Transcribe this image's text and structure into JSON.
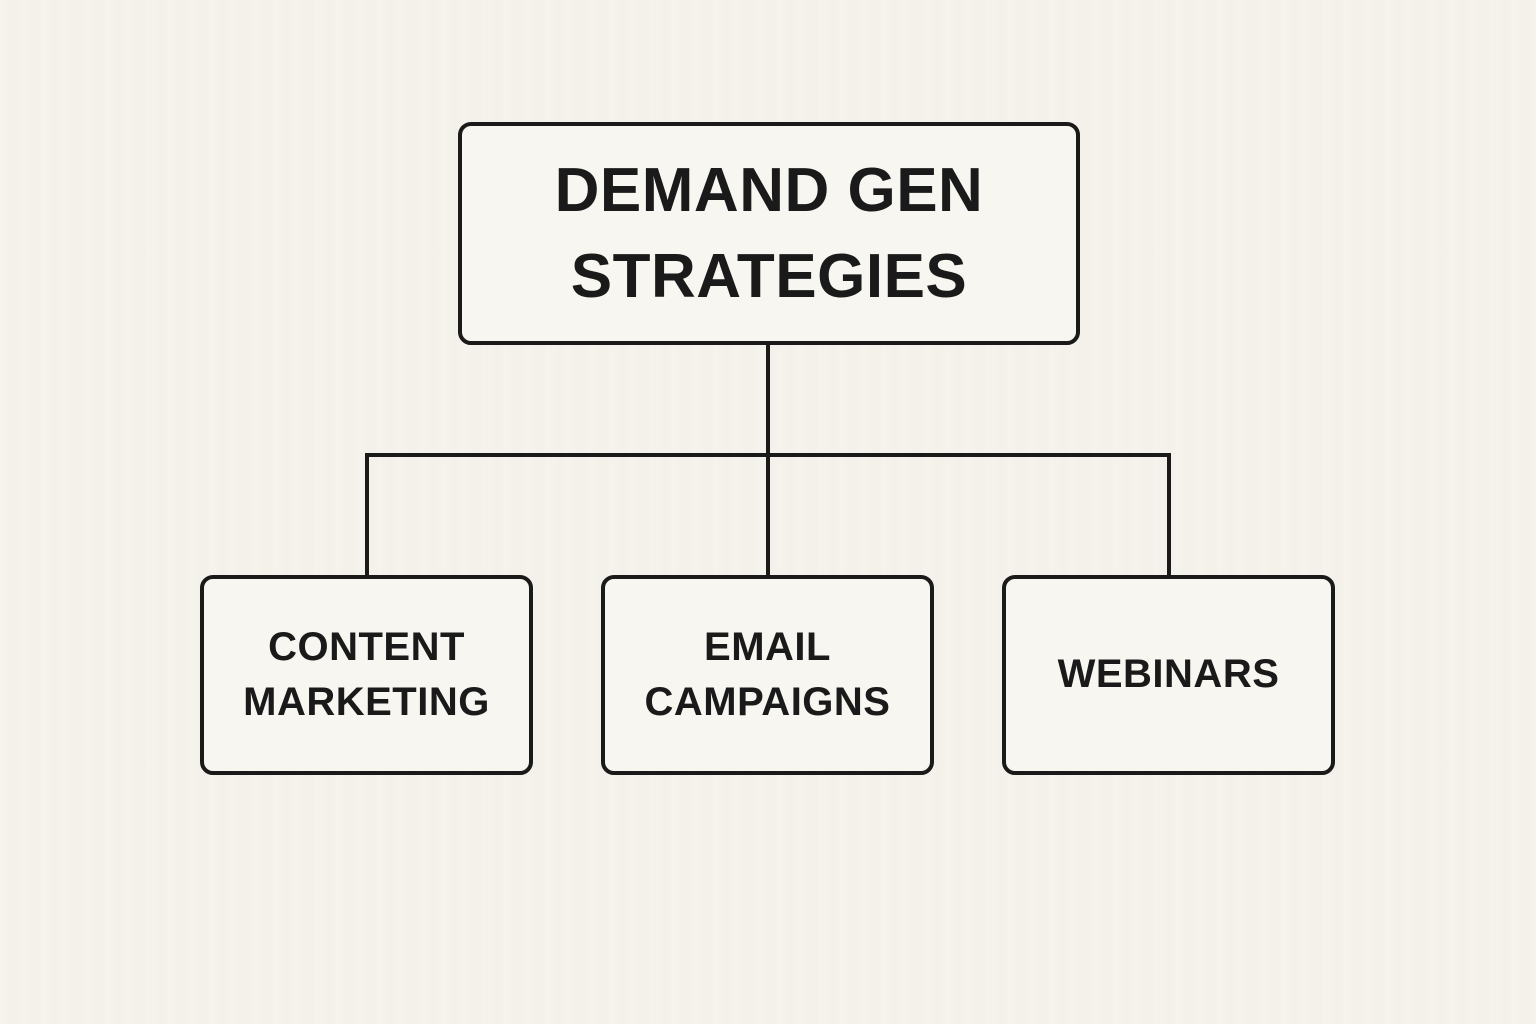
{
  "diagram": {
    "title": "Demand Gen Strategies flowchart",
    "colors": {
      "background": "#f5f2ec",
      "box_fill": "#f8f6f0",
      "line": "#1a1a1a",
      "text": "#1a1a1a"
    },
    "root": {
      "label": "DEMAND GEN STRATEGIES"
    },
    "children": [
      {
        "label": "CONTENT MARKETING"
      },
      {
        "label": "EMAIL CAMPAIGNS"
      },
      {
        "label": "WEBINARS"
      }
    ]
  }
}
